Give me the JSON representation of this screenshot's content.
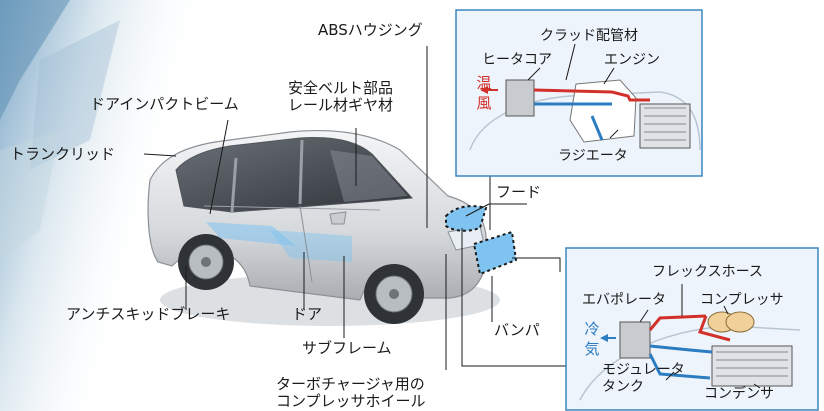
{
  "labels": {
    "abs_housing": "ABSハウジング",
    "seatbelt": "安全ベルト部品\nレール材ギヤ材",
    "door_beam": "ドアインパクトビーム",
    "trunk_lid": "トランクリッド",
    "hood": "フード",
    "antiskid": "アンチスキッドブレーキ",
    "door": "ドア",
    "subframe": "サブフレーム",
    "bumper": "バンパ",
    "turbo": "ターボチャージャ用の\nコンプレッサホイール"
  },
  "heater_inset": {
    "clad_pipe": "クラッド配管材",
    "heater_core": "ヒータコア",
    "engine": "エンジン",
    "warm_air": [
      "温",
      "風"
    ],
    "radiator": "ラジエータ"
  },
  "ac_inset": {
    "flex_hose": "フレックスホース",
    "evaporator": "エバポレータ",
    "compressor": "コンプレッサ",
    "cold_air": [
      "冷",
      "気"
    ],
    "module_tank": "モジュレータ\nタンク",
    "condenser": "コンデンサ"
  },
  "colors": {
    "inset_border": "#3a87c0",
    "hot_pipe": "#d2302a",
    "cold_pipe": "#2b7cc0",
    "highlight": "#7fc3f0"
  }
}
